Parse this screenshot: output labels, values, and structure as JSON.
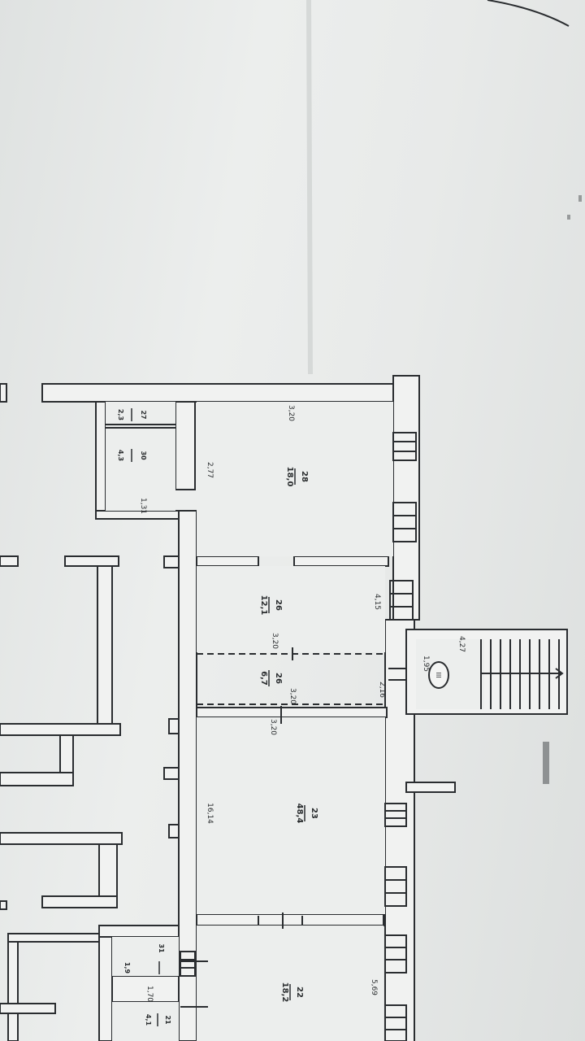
{
  "plan": {
    "dimensions": {
      "top_width": "3,20",
      "storage_len": "2,77",
      "small_room_width": "1,31",
      "corridor_depth": "4,15",
      "mid_width_upper": "3,20",
      "mid_width_lower": "3,20",
      "mid_width_bottom": "3,20",
      "passage_width": "2,16",
      "stair_width": "4,27",
      "stair_landing": "1,95",
      "long_wall": "16,14",
      "bottom_small": "1,70",
      "right_side": "5,69"
    },
    "rooms": {
      "room_top_area": "18,0",
      "room_top_number": "28",
      "room_mid_area": "12,1",
      "room_mid_number": "26",
      "room_pass_area": "6,7",
      "room_pass_number": "26",
      "room_large_area": "48,4",
      "room_large_number": "23",
      "room_bottom_area": "18,2",
      "room_bottom_number": "22",
      "small_a_area": "4,3",
      "small_a_number": "30",
      "small_b_area": "2,3",
      "small_b_number": "27",
      "small_c_area": "1,9",
      "small_c_number": "31",
      "small_d_area": "4,1",
      "small_d_number": "21"
    },
    "stair_tag": "III"
  },
  "colors": {
    "wall": "#2a2d30",
    "paper": "#e9ebea",
    "wall_fill": "#f1f2f1"
  }
}
